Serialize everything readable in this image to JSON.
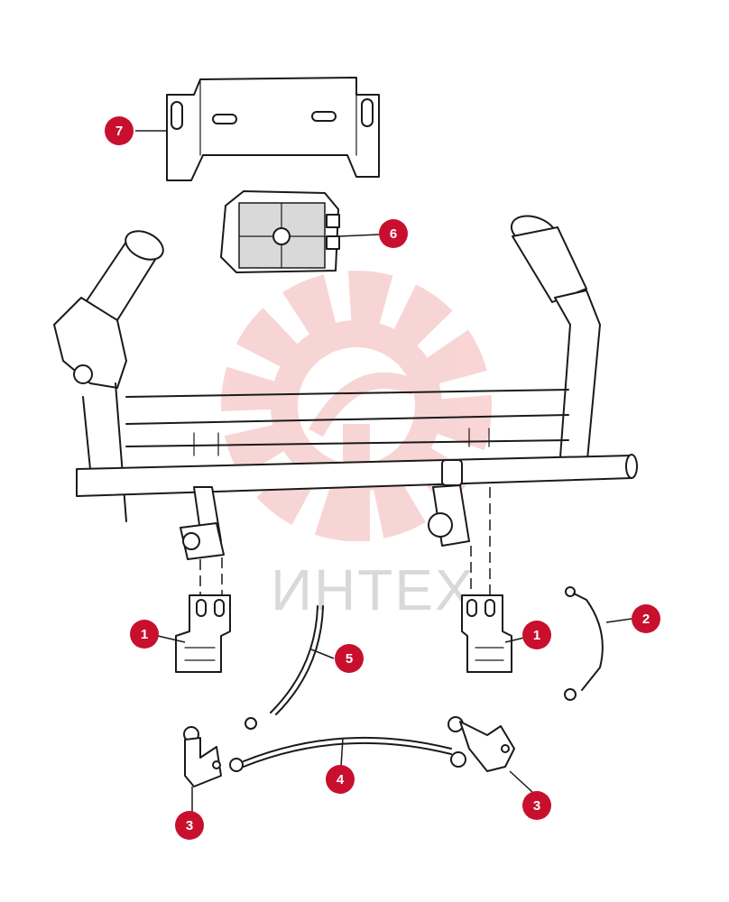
{
  "watermark": {
    "text": "ИНТЕХ",
    "color": "#f4b3b3"
  },
  "badge_color": "#c8102e",
  "callouts": [
    {
      "id": "7",
      "part": "mounting-plate"
    },
    {
      "id": "6",
      "part": "alarm-unit"
    },
    {
      "id": "2",
      "part": "ground-cable-short"
    },
    {
      "id": "1",
      "part": "bracket-left"
    },
    {
      "id": "1",
      "part": "bracket-right"
    },
    {
      "id": "5",
      "part": "ground-cable-long"
    },
    {
      "id": "4",
      "part": "connecting-cable"
    },
    {
      "id": "3",
      "part": "switch-left"
    },
    {
      "id": "3",
      "part": "switch-right"
    }
  ]
}
